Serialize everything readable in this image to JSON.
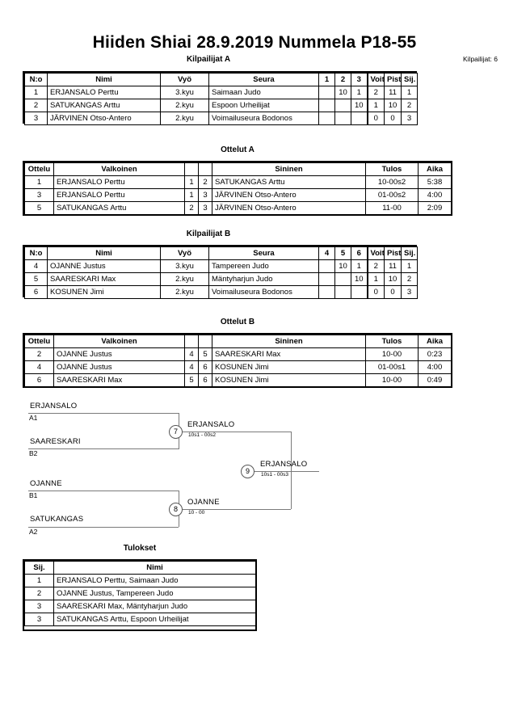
{
  "document": {
    "title": "Hiiden Shiai  28.9.2019  Nummela   P18-55",
    "entrants_label": "Kilpailijat: 6"
  },
  "pool_a": {
    "caption": "Kilpailijat A",
    "headers": [
      "N:o",
      "Nimi",
      "Vyö",
      "Seura",
      "1",
      "2",
      "3",
      "Voit.",
      "Pist.",
      "Sij."
    ],
    "rows": [
      {
        "no": "1",
        "name": "ERJANSALO Perttu",
        "belt": "3.kyu",
        "club": "Saimaan Judo",
        "m1": "",
        "m2": "10",
        "m3": "1",
        "wins": "2",
        "points": "11",
        "rank": "1"
      },
      {
        "no": "2",
        "name": "SATUKANGAS Arttu",
        "belt": "2.kyu",
        "club": "Espoon Urheilijat",
        "m1": "",
        "m2": "",
        "m3": "10",
        "wins": "1",
        "points": "10",
        "rank": "2"
      },
      {
        "no": "3",
        "name": "JÄRVINEN Otso-Antero",
        "belt": "2.kyu",
        "club": "Voimailuseura Bodonos",
        "m1": "",
        "m2": "",
        "m3": "",
        "wins": "0",
        "points": "0",
        "rank": "3"
      }
    ]
  },
  "matches_a": {
    "caption": "Ottelut A",
    "headers": [
      "Ottelu",
      "Valkoinen",
      "",
      "",
      "Sininen",
      "Tulos",
      "Aika"
    ],
    "rows": [
      {
        "match": "1",
        "white": "ERJANSALO Perttu",
        "white_no": "1",
        "blue_no": "2",
        "blue": "SATUKANGAS Arttu",
        "result": "10-00s2",
        "time": "5:38"
      },
      {
        "match": "3",
        "white": "ERJANSALO Perttu",
        "white_no": "1",
        "blue_no": "3",
        "blue": "JÄRVINEN Otso-Antero",
        "result": "01-00s2",
        "time": "4:00"
      },
      {
        "match": "5",
        "white": "SATUKANGAS Arttu",
        "white_no": "2",
        "blue_no": "3",
        "blue": "JÄRVINEN Otso-Antero",
        "result": "11-00",
        "time": "2:09"
      }
    ]
  },
  "pool_b": {
    "caption": "Kilpailijat B",
    "headers": [
      "N:o",
      "Nimi",
      "Vyö",
      "Seura",
      "4",
      "5",
      "6",
      "Voit.",
      "Pist.",
      "Sij."
    ],
    "rows": [
      {
        "no": "4",
        "name": "OJANNE Justus",
        "belt": "3.kyu",
        "club": "Tampereen Judo",
        "m1": "",
        "m2": "10",
        "m3": "1",
        "wins": "2",
        "points": "11",
        "rank": "1"
      },
      {
        "no": "5",
        "name": "SAARESKARI Max",
        "belt": "2.kyu",
        "club": "Mäntyharjun Judo",
        "m1": "",
        "m2": "",
        "m3": "10",
        "wins": "1",
        "points": "10",
        "rank": "2"
      },
      {
        "no": "6",
        "name": "KOSUNEN Jimi",
        "belt": "2.kyu",
        "club": "Voimailuseura Bodonos",
        "m1": "",
        "m2": "",
        "m3": "",
        "wins": "0",
        "points": "0",
        "rank": "3"
      }
    ]
  },
  "matches_b": {
    "caption": "Ottelut B",
    "headers": [
      "Ottelu",
      "Valkoinen",
      "",
      "",
      "Sininen",
      "Tulos",
      "Aika"
    ],
    "rows": [
      {
        "match": "2",
        "white": "OJANNE Justus",
        "white_no": "4",
        "blue_no": "5",
        "blue": "SAARESKARI Max",
        "result": "10-00",
        "time": "0:23"
      },
      {
        "match": "4",
        "white": "OJANNE Justus",
        "white_no": "4",
        "blue_no": "6",
        "blue": "KOSUNEN Jimi",
        "result": "01-00s1",
        "time": "4:00"
      },
      {
        "match": "6",
        "white": "SAARESKARI Max",
        "white_no": "5",
        "blue_no": "6",
        "blue": "KOSUNEN Jimi",
        "result": "10-00",
        "time": "0:49"
      }
    ]
  },
  "bracket": {
    "entries": [
      {
        "name": "ERJANSALO",
        "seed": "A1"
      },
      {
        "name": "SAARESKARI",
        "seed": "B2"
      },
      {
        "name": "OJANNE",
        "seed": "B1"
      },
      {
        "name": "SATUKANGAS",
        "seed": "A2"
      }
    ],
    "semifinal_1": {
      "number": "7",
      "winner": "ERJANSALO",
      "score": "10s1 - 00s2"
    },
    "semifinal_2": {
      "number": "8",
      "winner": "OJANNE",
      "score": "10 - 00"
    },
    "final": {
      "number": "9",
      "winner": "ERJANSALO",
      "score": "10s1 - 00s3"
    }
  },
  "results": {
    "caption": "Tulokset",
    "headers": [
      "Sij.",
      "Nimi"
    ],
    "rows": [
      {
        "rank": "1",
        "name": "ERJANSALO Perttu, Saimaan Judo"
      },
      {
        "rank": "2",
        "name": "OJANNE Justus, Tampereen Judo"
      },
      {
        "rank": "3",
        "name": "SAARESKARI Max, Mäntyharjun Judo"
      },
      {
        "rank": "3",
        "name": "SATUKANGAS Arttu, Espoon Urheilijat"
      }
    ]
  }
}
